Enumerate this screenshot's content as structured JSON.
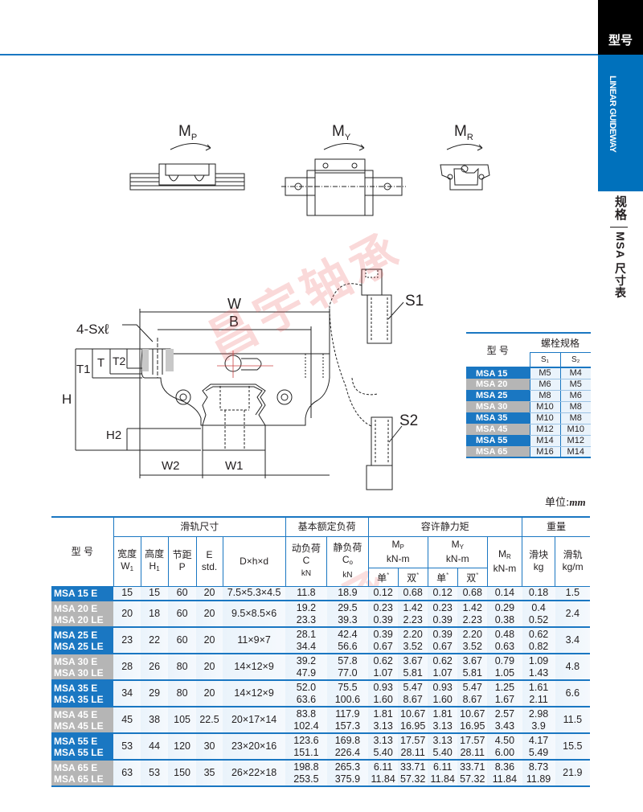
{
  "side_tab": {
    "section_label": "型号",
    "category_label": "LINEAR GUIDEWAY",
    "spec_label": "规格",
    "page_label": "MSA 尺寸表"
  },
  "moment_diagrams": [
    {
      "symbol": "M",
      "sub": "P"
    },
    {
      "symbol": "M",
      "sub": "Y"
    },
    {
      "symbol": "M",
      "sub": "R"
    }
  ],
  "dimension_labels": {
    "W": "W",
    "B": "B",
    "hole": "4-Sxℓ",
    "T1": "T1",
    "T": "T",
    "T2": "T2",
    "H": "H",
    "H2": "H2",
    "W2": "W2",
    "W1": "W1",
    "S1": "S1",
    "S2": "S2"
  },
  "watermark": "昌宇轴承",
  "bolt_table": {
    "header_model": "型 号",
    "header_spec": "螺栓规格",
    "header_s1": "S₁",
    "header_s2": "S₂",
    "rows": [
      {
        "model": "MSA 15",
        "s1": "M5",
        "s2": "M4",
        "style": "blue"
      },
      {
        "model": "MSA 20",
        "s1": "M6",
        "s2": "M5",
        "style": "gray"
      },
      {
        "model": "MSA 25",
        "s1": "M8",
        "s2": "M6",
        "style": "blue"
      },
      {
        "model": "MSA 30",
        "s1": "M10",
        "s2": "M8",
        "style": "gray"
      },
      {
        "model": "MSA 35",
        "s1": "M10",
        "s2": "M8",
        "style": "blue"
      },
      {
        "model": "MSA 45",
        "s1": "M12",
        "s2": "M10",
        "style": "gray"
      },
      {
        "model": "MSA 55",
        "s1": "M14",
        "s2": "M12",
        "style": "blue"
      },
      {
        "model": "MSA 65",
        "s1": "M16",
        "s2": "M14",
        "style": "gray"
      }
    ]
  },
  "unit": {
    "label": "单位:",
    "value": "mm"
  },
  "main_table": {
    "headers": {
      "model": "型 号",
      "rail_dims": "滑轨尺寸",
      "rated_load": "基本额定负荷",
      "static_moment": "容许静力矩",
      "weight": "重量",
      "width": "宽度",
      "width_sym": "W",
      "width_sub": "1",
      "height": "高度",
      "height_sym": "H",
      "height_sub": "1",
      "pitch": "节距",
      "pitch_sym": "P",
      "e": "E",
      "e_std": "std.",
      "dhd": "D×h×d",
      "dyn_load": "动负荷",
      "dyn_sym": "C",
      "dyn_unit": "kN",
      "static_load": "静负荷",
      "static_sym": "C",
      "static_sub": "o",
      "static_unit": "kN",
      "mp": "M",
      "mp_sub": "P",
      "mp_unit": "kN-m",
      "my": "M",
      "my_sub": "Y",
      "my_unit": "kN-m",
      "mr": "M",
      "mr_sub": "R",
      "mr_unit": "kN-m",
      "single": "单",
      "double": "双",
      "asterisk": "*",
      "block": "滑块",
      "block_unit": "kg",
      "rail": "滑轨",
      "rail_unit": "kg/m"
    },
    "rows": [
      {
        "style": "blue",
        "models": [
          "MSA 15 E"
        ],
        "w1": "15",
        "h1": "15",
        "p": "60",
        "e": "20",
        "dhd": "7.5×5.3×4.5",
        "c": [
          "11.8"
        ],
        "c0": [
          "18.9"
        ],
        "mp_s": [
          "0.12"
        ],
        "mp_d": [
          "0.68"
        ],
        "my_s": [
          "0.12"
        ],
        "my_d": [
          "0.68"
        ],
        "mr": [
          "0.14"
        ],
        "block": [
          "0.18"
        ],
        "rail": "1.5"
      },
      {
        "style": "gray",
        "models": [
          "MSA 20 E",
          "MSA 20 LE"
        ],
        "w1": "20",
        "h1": "18",
        "p": "60",
        "e": "20",
        "dhd": "9.5×8.5×6",
        "c": [
          "19.2",
          "23.3"
        ],
        "c0": [
          "29.5",
          "39.3"
        ],
        "mp_s": [
          "0.23",
          "0.39"
        ],
        "mp_d": [
          "1.42",
          "2.23"
        ],
        "my_s": [
          "0.23",
          "0.39"
        ],
        "my_d": [
          "1.42",
          "2.23"
        ],
        "mr": [
          "0.29",
          "0.38"
        ],
        "block": [
          "0.4",
          "0.52"
        ],
        "rail": "2.4"
      },
      {
        "style": "blue",
        "models": [
          "MSA 25 E",
          "MSA 25 LE"
        ],
        "w1": "23",
        "h1": "22",
        "p": "60",
        "e": "20",
        "dhd": "11×9×7",
        "c": [
          "28.1",
          "34.4"
        ],
        "c0": [
          "42.4",
          "56.6"
        ],
        "mp_s": [
          "0.39",
          "0.67"
        ],
        "mp_d": [
          "2.20",
          "3.52"
        ],
        "my_s": [
          "0.39",
          "0.67"
        ],
        "my_d": [
          "2.20",
          "3.52"
        ],
        "mr": [
          "0.48",
          "0.63"
        ],
        "block": [
          "0.62",
          "0.82"
        ],
        "rail": "3.4"
      },
      {
        "style": "gray",
        "models": [
          "MSA 30 E",
          "MSA 30 LE"
        ],
        "w1": "28",
        "h1": "26",
        "p": "80",
        "e": "20",
        "dhd": "14×12×9",
        "c": [
          "39.2",
          "47.9"
        ],
        "c0": [
          "57.8",
          "77.0"
        ],
        "mp_s": [
          "0.62",
          "1.07"
        ],
        "mp_d": [
          "3.67",
          "5.81"
        ],
        "my_s": [
          "0.62",
          "1.07"
        ],
        "my_d": [
          "3.67",
          "5.81"
        ],
        "mr": [
          "0.79",
          "1.05"
        ],
        "block": [
          "1.09",
          "1.43"
        ],
        "rail": "4.8"
      },
      {
        "style": "blue",
        "models": [
          "MSA 35 E",
          "MSA 35 LE"
        ],
        "w1": "34",
        "h1": "29",
        "p": "80",
        "e": "20",
        "dhd": "14×12×9",
        "c": [
          "52.0",
          "63.6"
        ],
        "c0": [
          "75.5",
          "100.6"
        ],
        "mp_s": [
          "0.93",
          "1.60"
        ],
        "mp_d": [
          "5.47",
          "8.67"
        ],
        "my_s": [
          "0.93",
          "1.60"
        ],
        "my_d": [
          "5.47",
          "8.67"
        ],
        "mr": [
          "1.25",
          "1.67"
        ],
        "block": [
          "1.61",
          "2.11"
        ],
        "rail": "6.6"
      },
      {
        "style": "gray",
        "models": [
          "MSA 45 E",
          "MSA 45 LE"
        ],
        "w1": "45",
        "h1": "38",
        "p": "105",
        "e": "22.5",
        "dhd": "20×17×14",
        "c": [
          "83.8",
          "102.4"
        ],
        "c0": [
          "117.9",
          "157.3"
        ],
        "mp_s": [
          "1.81",
          "3.13"
        ],
        "mp_d": [
          "10.67",
          "16.95"
        ],
        "my_s": [
          "1.81",
          "3.13"
        ],
        "my_d": [
          "10.67",
          "16.95"
        ],
        "mr": [
          "2.57",
          "3.43"
        ],
        "block": [
          "2.98",
          "3.9"
        ],
        "rail": "11.5"
      },
      {
        "style": "blue",
        "models": [
          "MSA 55 E",
          "MSA 55 LE"
        ],
        "w1": "53",
        "h1": "44",
        "p": "120",
        "e": "30",
        "dhd": "23×20×16",
        "c": [
          "123.6",
          "151.1"
        ],
        "c0": [
          "169.8",
          "226.4"
        ],
        "mp_s": [
          "3.13",
          "5.40"
        ],
        "mp_d": [
          "17.57",
          "28.11"
        ],
        "my_s": [
          "3.13",
          "5.40"
        ],
        "my_d": [
          "17.57",
          "28.11"
        ],
        "mr": [
          "4.50",
          "6.00"
        ],
        "block": [
          "4.17",
          "5.49"
        ],
        "rail": "15.5"
      },
      {
        "style": "gray",
        "models": [
          "MSA 65 E",
          "MSA 65 LE"
        ],
        "w1": "63",
        "h1": "53",
        "p": "150",
        "e": "35",
        "dhd": "26×22×18",
        "c": [
          "198.8",
          "253.5"
        ],
        "c0": [
          "265.3",
          "375.9"
        ],
        "mp_s": [
          "6.11",
          "11.84"
        ],
        "mp_d": [
          "33.71",
          "57.32"
        ],
        "my_s": [
          "6.11",
          "11.84"
        ],
        "my_d": [
          "33.71",
          "57.32"
        ],
        "mr": [
          "8.36",
          "11.84"
        ],
        "block": [
          "8.73",
          "11.89"
        ],
        "rail": "21.9"
      }
    ]
  }
}
